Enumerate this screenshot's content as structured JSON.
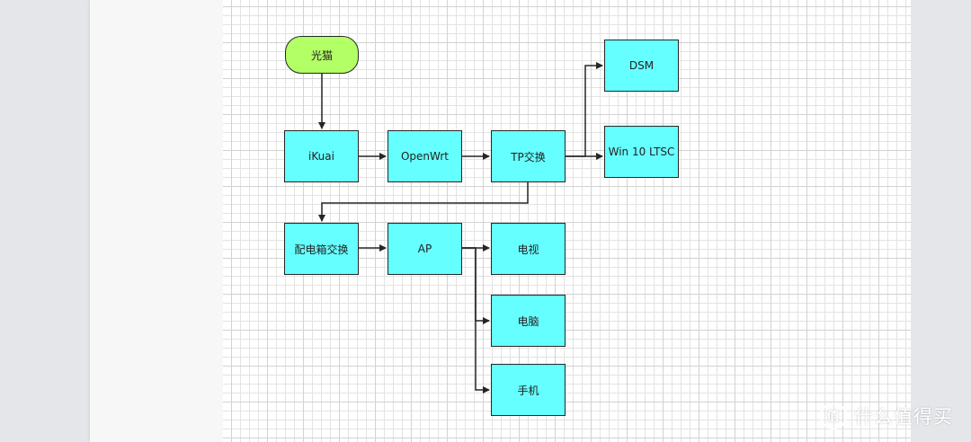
{
  "diagram": {
    "nodes": {
      "guangmao": "光猫",
      "ikuai": "iKuai",
      "openwrt": "OpenWrt",
      "tp_switch": "TP交换",
      "dsm": "DSM",
      "win10": "Win 10 LTSC",
      "panel_switch": "配电箱交换",
      "ap": "AP",
      "tv": "电视",
      "pc": "电脑",
      "phone": "手机"
    },
    "colors": {
      "start_fill": "#b3ff66",
      "box_fill": "#66ffff",
      "stroke": "#262626"
    }
  },
  "watermark": {
    "logo_glyph": "值",
    "text": "什么值得买"
  }
}
